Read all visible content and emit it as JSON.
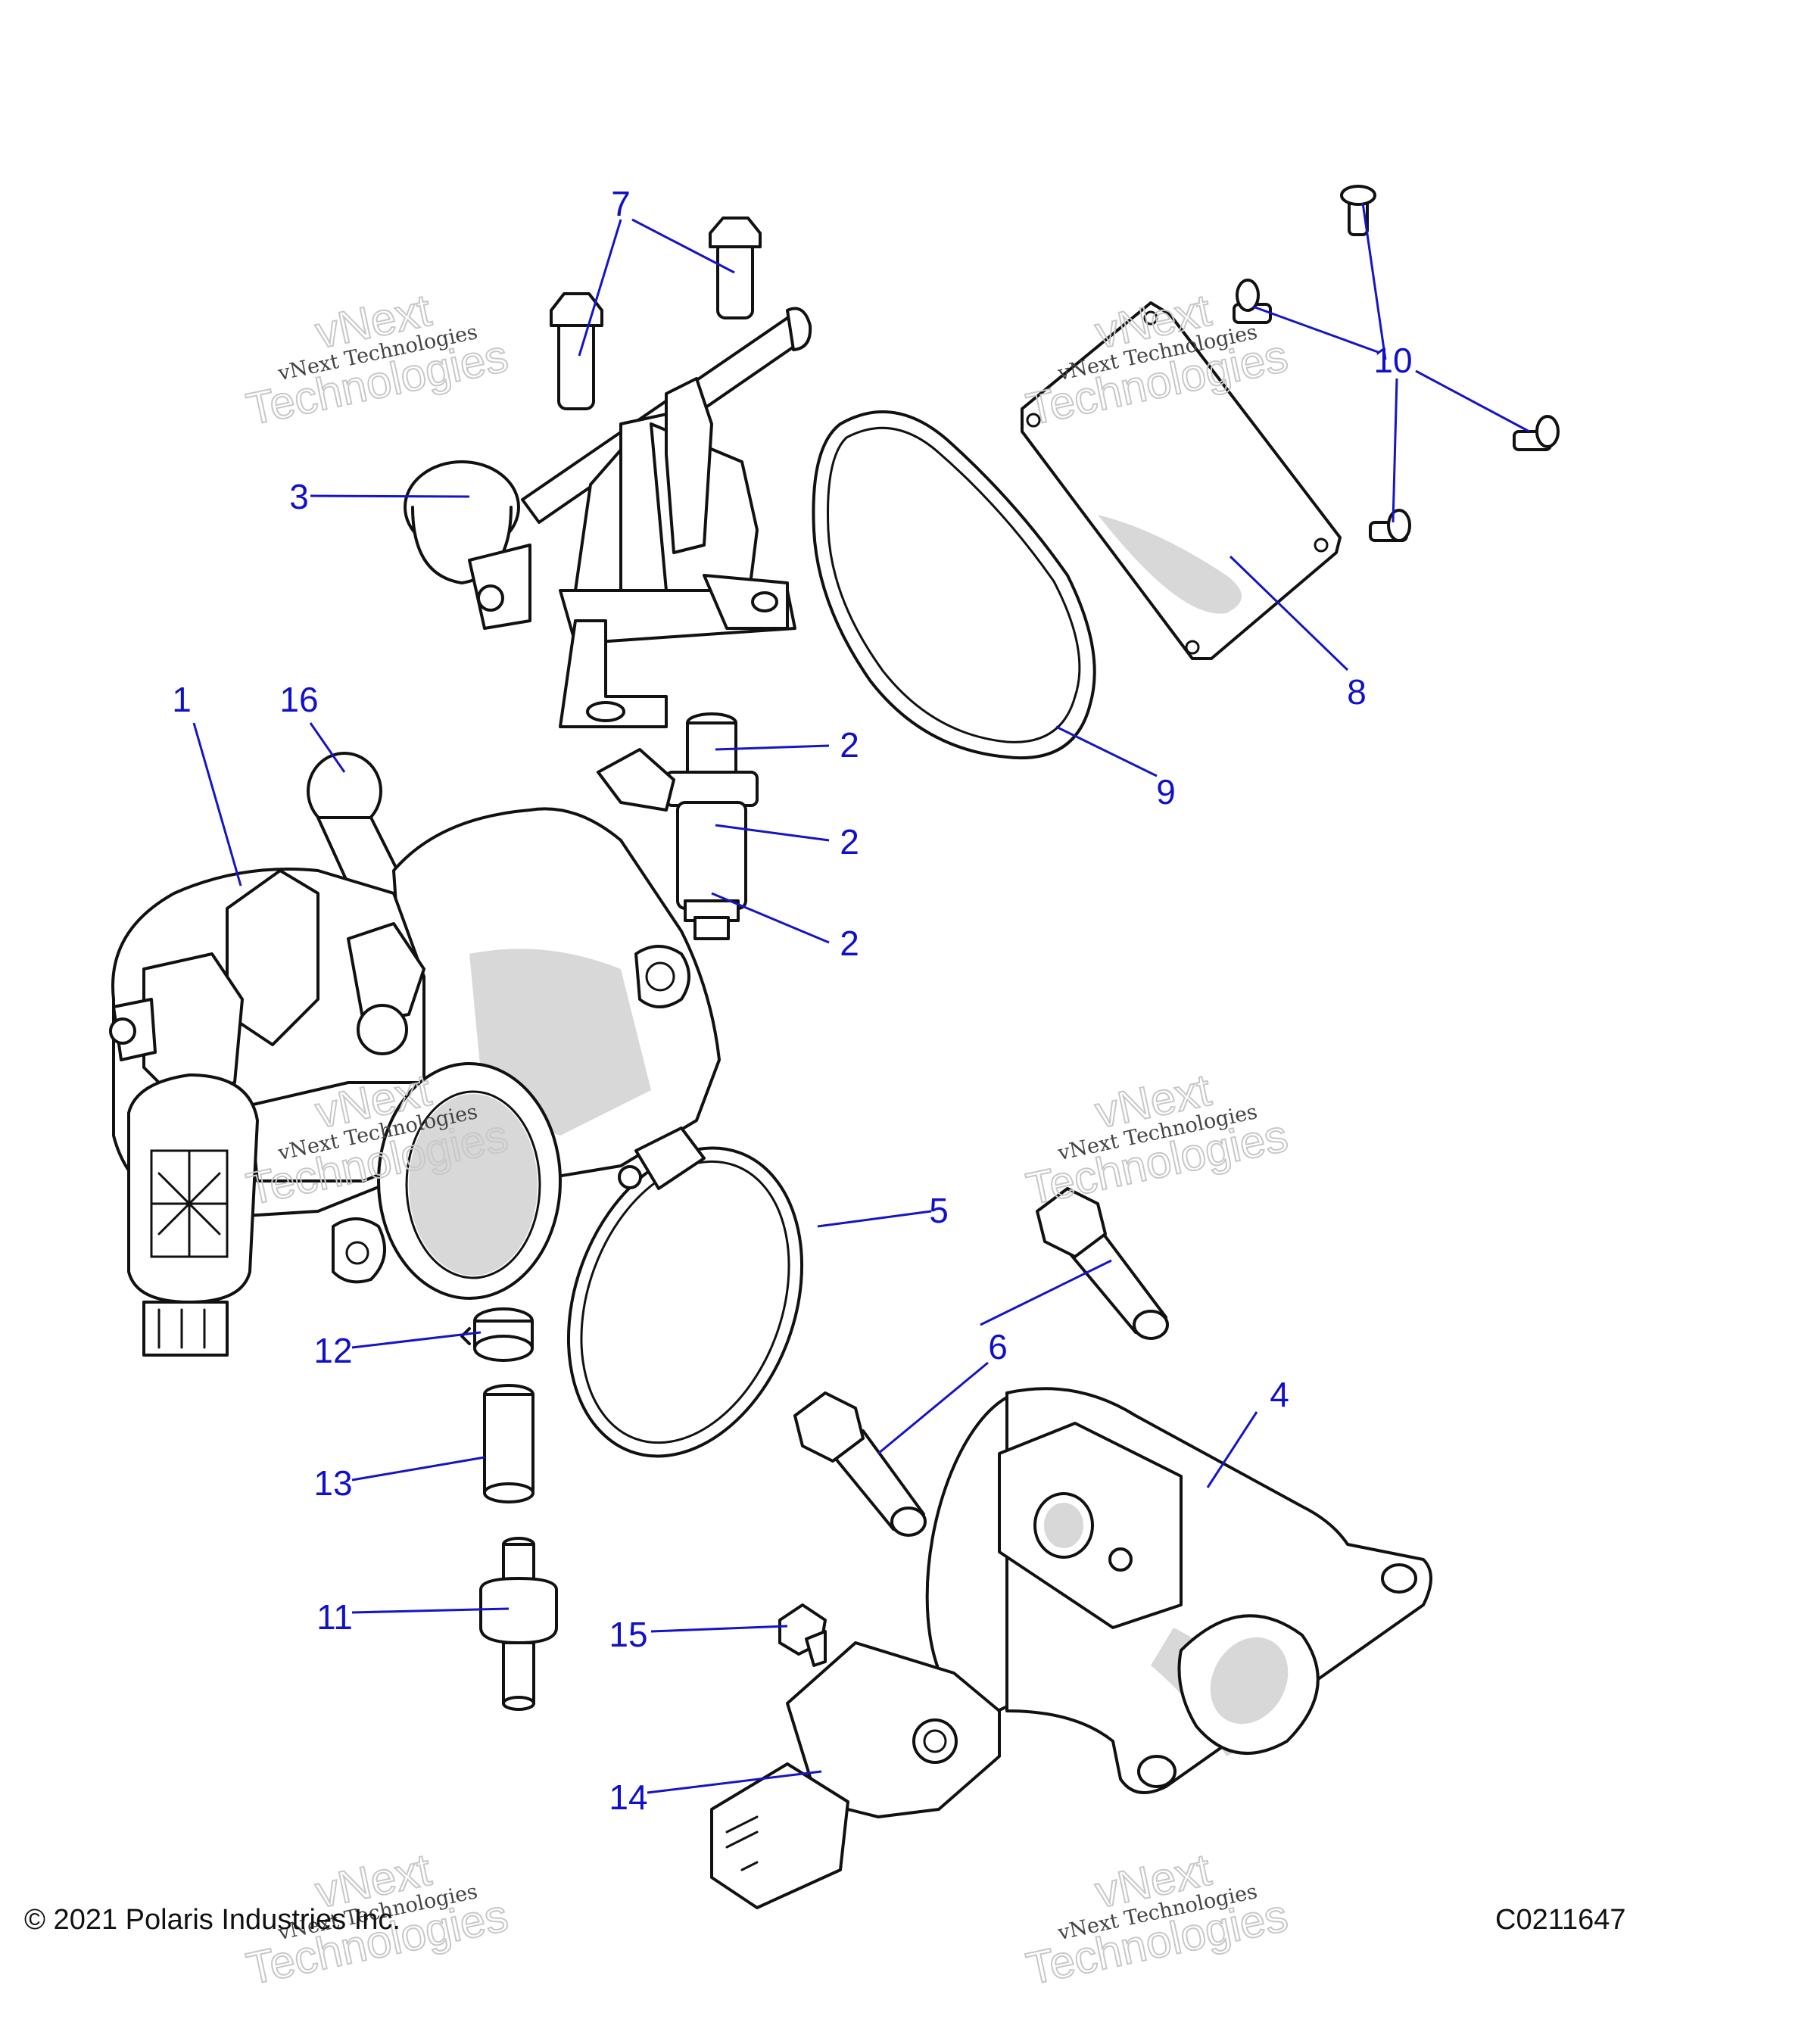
{
  "callouts": [
    {
      "num": "1"
    },
    {
      "num": "2"
    },
    {
      "num": "2"
    },
    {
      "num": "2"
    },
    {
      "num": "3"
    },
    {
      "num": "4"
    },
    {
      "num": "5"
    },
    {
      "num": "6"
    },
    {
      "num": "6"
    },
    {
      "num": "7"
    },
    {
      "num": "8"
    },
    {
      "num": "9"
    },
    {
      "num": "10"
    },
    {
      "num": "11"
    },
    {
      "num": "12"
    },
    {
      "num": "13"
    },
    {
      "num": "14"
    },
    {
      "num": "15"
    },
    {
      "num": "16"
    }
  ],
  "watermark": {
    "line1": "vNext Technologies",
    "big_top": "vNext",
    "big_bottom": "Technologies"
  },
  "footer": {
    "copyright": "© 2021 Polaris Industries Inc.",
    "code": "C0211647"
  },
  "colors": {
    "callout": "#1010cc",
    "leader": "#1414c8",
    "line_art": "#111111"
  }
}
